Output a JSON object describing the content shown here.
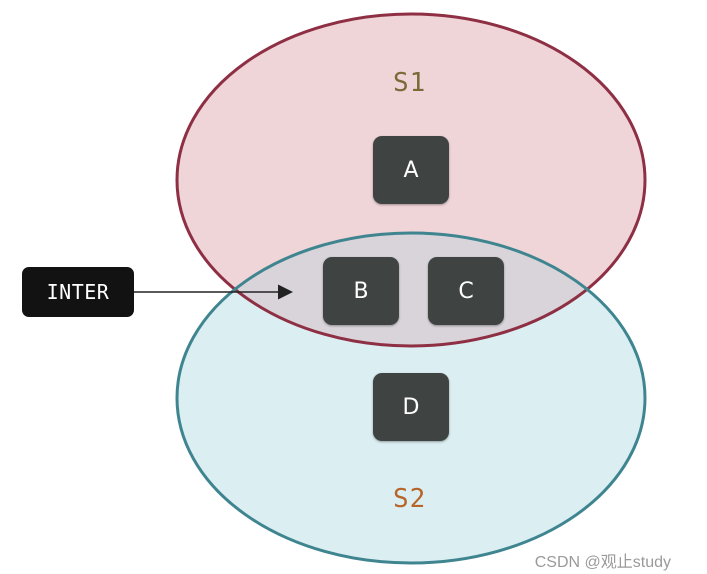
{
  "diagram": {
    "set1": {
      "label": "S1",
      "fill": "#efd4d8",
      "stroke": "#8e2f44",
      "label_color": "#7a6a3a"
    },
    "set2": {
      "label": "S2",
      "fill": "#dbeef2",
      "stroke": "#3f8590",
      "label_color": "#b8652a"
    },
    "intersection_fill": "#d8d4da",
    "elements": {
      "a": "A",
      "b": "B",
      "c": "C",
      "d": "D"
    },
    "operation_tag": "INTER"
  },
  "watermark": "CSDN @观止study"
}
